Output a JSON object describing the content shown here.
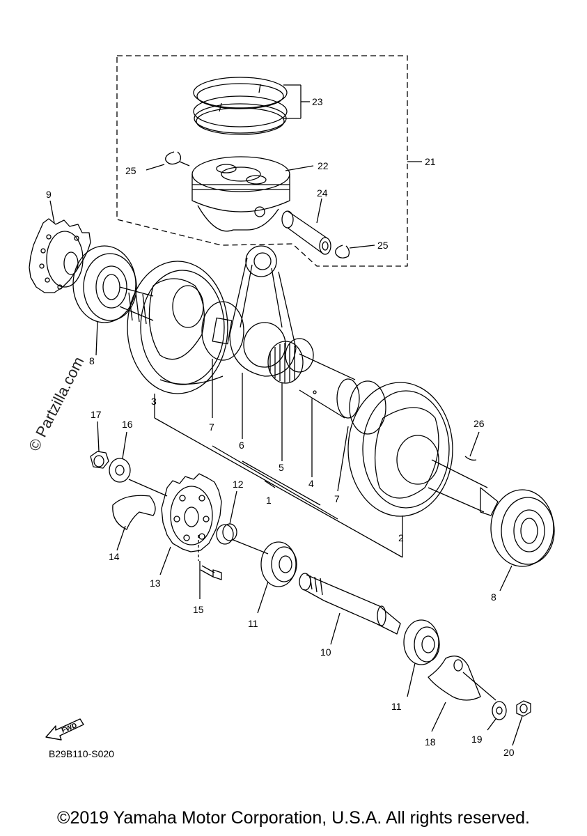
{
  "watermark": "© Partzilla.com",
  "diagram_code": "B29B110-S020",
  "fwd_label": "FWD",
  "copyright": "©2019 Yamaha Motor Corporation, U.S.A. All rights reserved.",
  "callouts": {
    "c1": "1",
    "c2": "2",
    "c3": "3",
    "c4": "4",
    "c5": "5",
    "c6": "6",
    "c7a": "7",
    "c7b": "7",
    "c8a": "8",
    "c8b": "8",
    "c9": "9",
    "c10": "10",
    "c11a": "11",
    "c11b": "11",
    "c12": "12",
    "c13": "13",
    "c14": "14",
    "c15": "15",
    "c16": "16",
    "c17": "17",
    "c18": "18",
    "c19": "19",
    "c20": "20",
    "c21": "21",
    "c22": "22",
    "c23": "23",
    "c24": "24",
    "c25a": "25",
    "c25b": "25",
    "c26": "26"
  }
}
